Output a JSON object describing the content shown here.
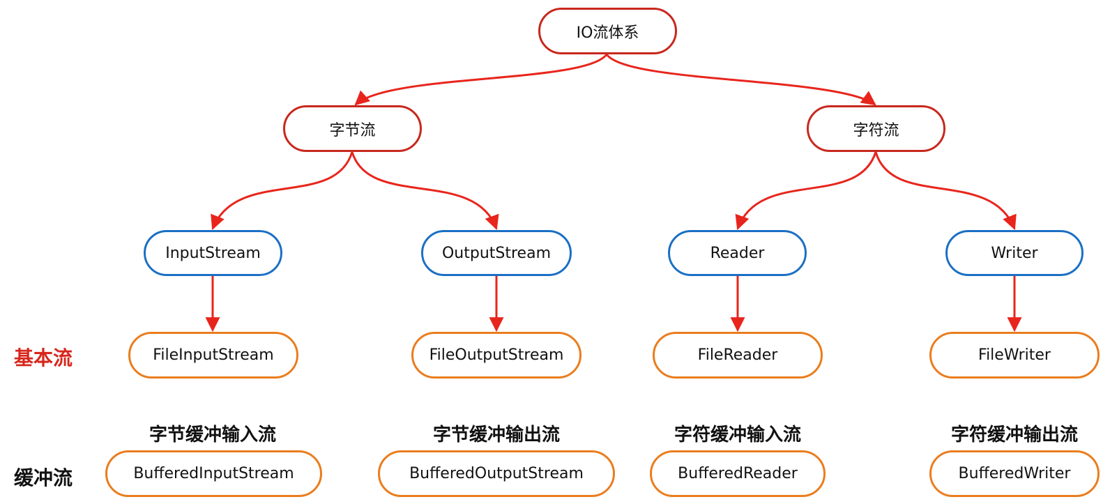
{
  "root": "IO流体系",
  "categories": {
    "byte": "字节流",
    "char": "字符流"
  },
  "abstract_classes": {
    "input_stream": "InputStream",
    "output_stream": "OutputStream",
    "reader": "Reader",
    "writer": "Writer"
  },
  "basic_streams": {
    "label": "基本流",
    "file_input_stream": "FileInputStream",
    "file_output_stream": "FileOutputStream",
    "file_reader": "FileReader",
    "file_writer": "FileWriter"
  },
  "buffered_streams": {
    "label": "缓冲流",
    "captions": {
      "byte_in": "字节缓冲输入流",
      "byte_out": "字节缓冲输出流",
      "char_in": "字符缓冲输入流",
      "char_out": "字符缓冲输出流"
    },
    "buffered_input_stream": "BufferedInputStream",
    "buffered_output_stream": "BufferedOutputStream",
    "buffered_reader": "BufferedReader",
    "buffered_writer": "BufferedWriter"
  },
  "colors": {
    "arrow": "#e8251c",
    "top_border": "#c8281e",
    "abstract_border": "#1a6fc4",
    "concrete_border": "#ea7d1e",
    "basic_label": "#d8261c",
    "buffered_label": "#111111"
  }
}
